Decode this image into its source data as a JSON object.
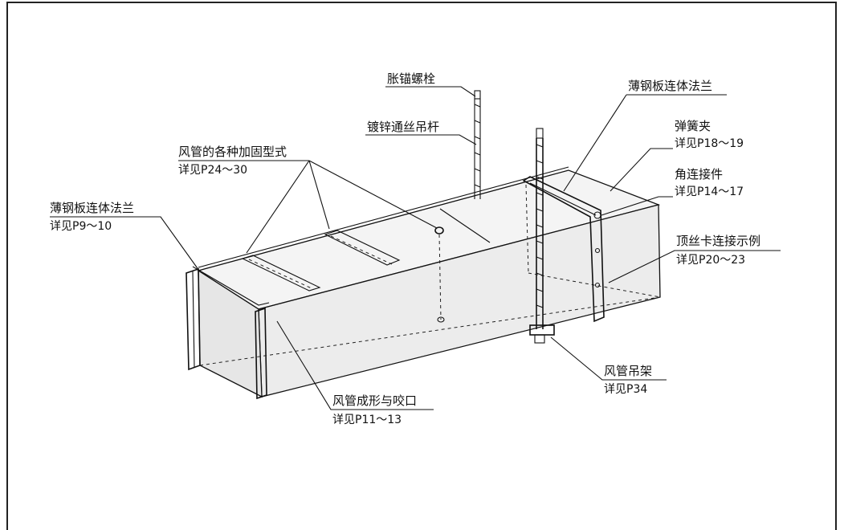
{
  "labels": {
    "anchor_bolt": "胀锚螺栓",
    "threaded_rod": "镀锌通丝吊杆",
    "reinforcement": {
      "name": "风管的各种加固型式",
      "ref": "详见P24～30"
    },
    "flange_left": {
      "name": "薄钢板连体法兰",
      "ref": "详见P9～10"
    },
    "flange_right": {
      "name": "薄钢板连体法兰"
    },
    "spring_clip": {
      "name": "弹簧夹",
      "ref": "详见P18～19"
    },
    "corner_connector": {
      "name": "角连接件",
      "ref": "详见P14～17"
    },
    "top_screw_clamp": {
      "name": "顶丝卡连接示例",
      "ref": "详见P20～23"
    },
    "duct_hanger": {
      "name": "风管吊架",
      "ref": "详见P34"
    },
    "duct_forming": {
      "name": "风管成形与咬口",
      "ref": "详见P11～13"
    }
  }
}
